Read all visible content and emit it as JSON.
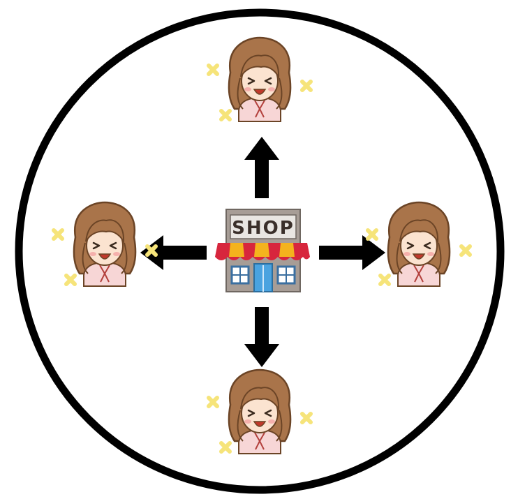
{
  "diagram": {
    "center_node": {
      "label": "SHOP",
      "icon": "shop-icon"
    },
    "outer_nodes": [
      {
        "id": "top",
        "icon": "happy-woman-icon"
      },
      {
        "id": "left",
        "icon": "happy-woman-icon"
      },
      {
        "id": "right",
        "icon": "happy-woman-icon"
      },
      {
        "id": "bottom",
        "icon": "happy-woman-icon"
      }
    ],
    "arrows": [
      "shop-to-top",
      "shop-to-left",
      "shop-to-right",
      "shop-to-bottom"
    ],
    "colors": {
      "circle": "#000000",
      "arrow": "#000000",
      "hair": "#a9744a",
      "hair_dark": "#6b4426",
      "skin": "#fbe3d0",
      "blouse": "#f7d6d6",
      "sparkle": "#f6e47a",
      "awning_red": "#d7263d",
      "awning_yellow": "#f4b31d",
      "building": "#a79d96",
      "door": "#4aa3e0"
    }
  }
}
